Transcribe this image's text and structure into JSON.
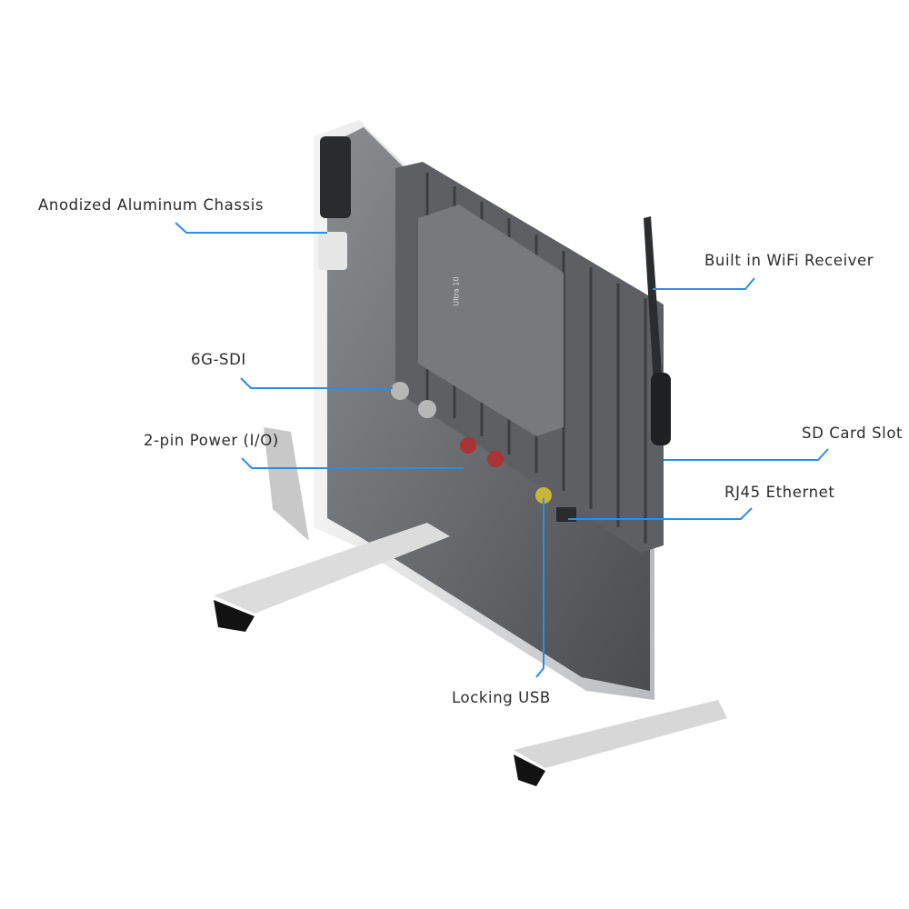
{
  "callouts": {
    "chassis": "Anodized Aluminum Chassis",
    "wifi": "Built in WiFi Receiver",
    "sdi": "6G-SDI",
    "power": "2-pin Power (I/O)",
    "sd_card": "SD Card Slot",
    "ethernet": "RJ45 Ethernet",
    "usb": "Locking USB"
  },
  "device": {
    "model_label": "Ultra 10"
  },
  "colors": {
    "callout_line": "#2a8de8",
    "text": "#2b2b2b"
  }
}
